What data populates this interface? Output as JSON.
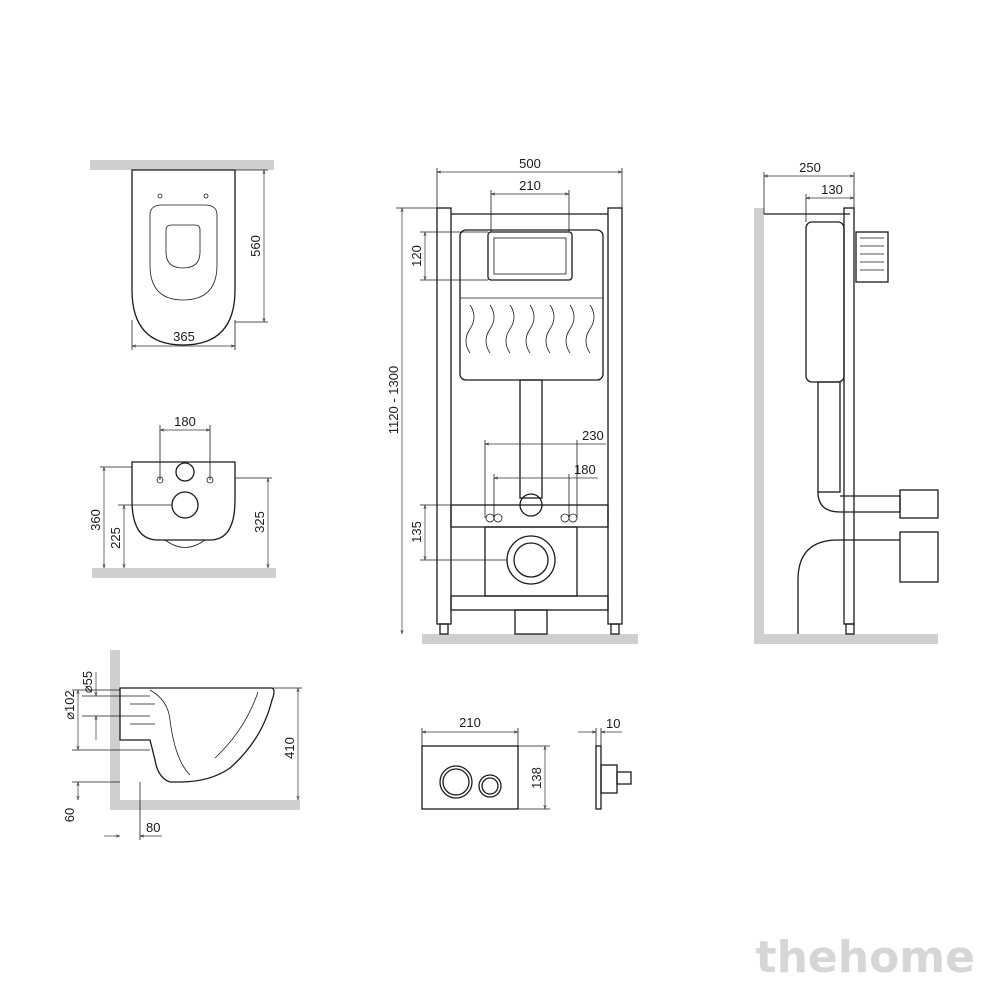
{
  "views": {
    "bowl_top": {
      "dims": [
        "560",
        "365"
      ]
    },
    "bowl_back": {
      "dims": [
        "180",
        "360",
        "225",
        "325"
      ]
    },
    "bowl_side": {
      "dims": [
        "⌀55",
        "⌀102",
        "410",
        "60",
        "80"
      ]
    },
    "frame_front": {
      "dims": [
        "500",
        "210",
        "120",
        "1120 - 1300",
        "230",
        "180",
        "135"
      ]
    },
    "frame_side": {
      "dims": [
        "250",
        "130"
      ]
    },
    "flush_plate": {
      "dims": [
        "210",
        "138",
        "10"
      ]
    }
  },
  "watermark": "thehome"
}
